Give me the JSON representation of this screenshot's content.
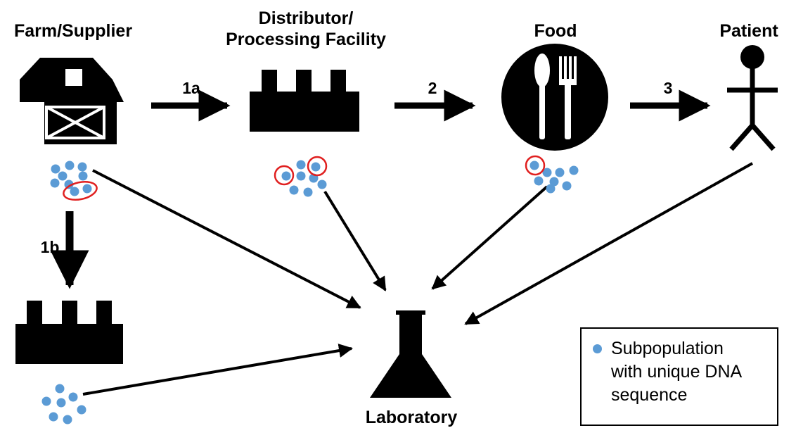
{
  "labels": {
    "farm": "Farm/Supplier",
    "distributor": "Distributor/\nProcessing Facility",
    "food": "Food",
    "patient": "Patient",
    "laboratory": "Laboratory"
  },
  "steps": {
    "s1a": "1a",
    "s1b": "1b",
    "s2": "2",
    "s3": "3"
  },
  "legend": {
    "text": "Subpopulation\nwith unique DNA\nsequence"
  },
  "colors": {
    "dot": "#5b9bd5",
    "highlight": "#e02020",
    "ink": "#000000"
  }
}
